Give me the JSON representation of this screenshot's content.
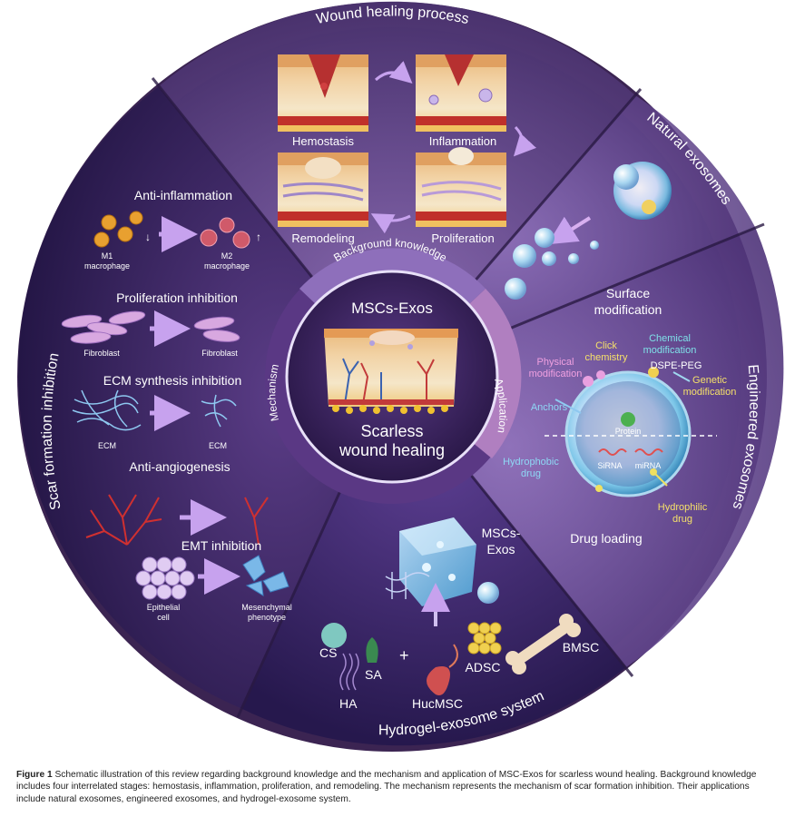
{
  "rings": {
    "wound_healing": "Wound healing process",
    "natural_exosomes": "Natural exosomes",
    "engineered_exosomes": "Engineered exosomes",
    "hydrogel_system": "Hydrogel-exosome system",
    "scar_inhibition": "Scar formation inhibition"
  },
  "center": {
    "title": "MSCs-Exos",
    "subtitle_line1": "Scarless",
    "subtitle_line2": "wound healing",
    "background": "Background knowledge",
    "mechanism": "Mechanism",
    "application": "Application"
  },
  "wound_stages": {
    "hemostasis": "Hemostasis",
    "inflammation": "Inflammation",
    "proliferation": "Proliferation",
    "remodeling": "Remodeling"
  },
  "scar": {
    "anti_inflammation": "Anti-inflammation",
    "m1": "M1",
    "m2": "M2",
    "macrophage": "macrophage",
    "prolif_inhibition": "Proliferation inhibition",
    "fibroblast": "Fibroblast",
    "ecm_inhibition": "ECM synthesis inhibition",
    "ecm": "ECM",
    "anti_angiogenesis": "Anti-angiogenesis",
    "emt": "EMT inhibition",
    "epithelial1": "Epithelial",
    "epithelial2": "cell",
    "mesenchymal1": "Mesenchymal",
    "mesenchymal2": "phenotype"
  },
  "engineered": {
    "surface1": "Surface",
    "surface2": "modification",
    "click1": "Click",
    "click2": "chemistry",
    "chemical1": "Chemical",
    "chemical2": "modification",
    "physical1": "Physical",
    "physical2": "modification",
    "dspe": "DSPE-PEG",
    "genetic1": "Genetic",
    "genetic2": "modification",
    "anchors": "Anchors",
    "protein": "Protein",
    "sirna": "SiRNA",
    "mirna": "miRNA",
    "hydrophobic1": "Hydrophobic",
    "hydrophobic2": "drug",
    "hydrophilic1": "Hydrophilic",
    "hydrophilic2": "drug",
    "drug_loading": "Drug loading"
  },
  "hydrogel": {
    "exos1": "MSCs-",
    "exos2": "Exos",
    "cs": "CS",
    "sa": "SA",
    "ha": "HA",
    "plus": "+",
    "hucmsc": "HucMSC",
    "adsc": "ADSC",
    "bmsc": "BMSC"
  },
  "caption": {
    "label": "Figure 1",
    "text": "Schematic illustration of this review regarding background knowledge and the mechanism and application of MSC-Exos for scarless wound healing. Background knowledge includes four interrelated stages: hemostasis, inflammation, proliferation, and remodeling. The mechanism represents the mechanism of scar formation inhibition. Their applications include natural exosomes, engineered exosomes, and hydrogel-exosome system."
  },
  "colors": {
    "outer_ring": "#3a2350",
    "sector_dark": "#2b1d55",
    "sector_mid": "#4a2f7a",
    "label_text": "#ffffff",
    "skin_tan": "#e0b070",
    "blood_red": "#c0302a",
    "arrow_violet": "#b58ce0"
  }
}
